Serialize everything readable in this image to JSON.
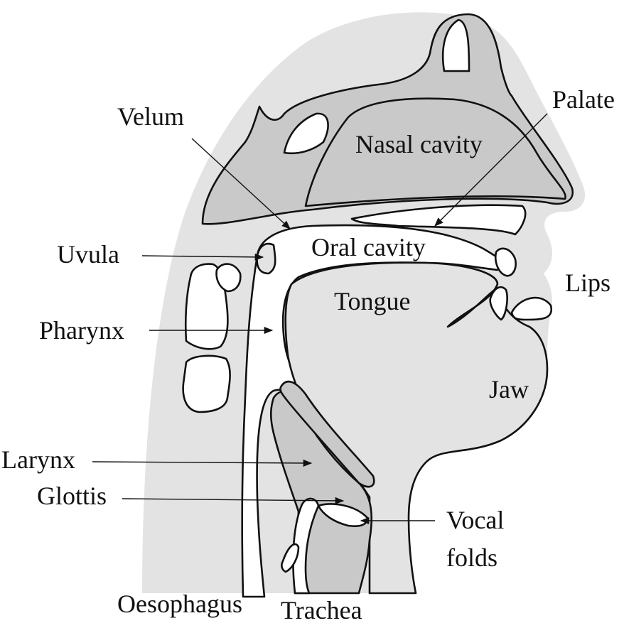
{
  "colors": {
    "background": "#ffffff",
    "soft_tissue": "#e3e3e3",
    "cavity_wall": "#c9c9c9",
    "outline": "#111111",
    "airway": "#ffffff"
  },
  "labels": {
    "velum": "Velum",
    "palate": "Palate",
    "nasal_cavity": "Nasal cavity",
    "uvula": "Uvula",
    "oral_cavity": "Oral cavity",
    "tongue": "Tongue",
    "lips": "Lips",
    "pharynx": "Pharynx",
    "jaw": "Jaw",
    "larynx": "Larynx",
    "glottis": "Glottis",
    "vocal": "Vocal",
    "folds": "folds",
    "oesophagus": "Oesophagus",
    "trachea": "Trachea"
  }
}
